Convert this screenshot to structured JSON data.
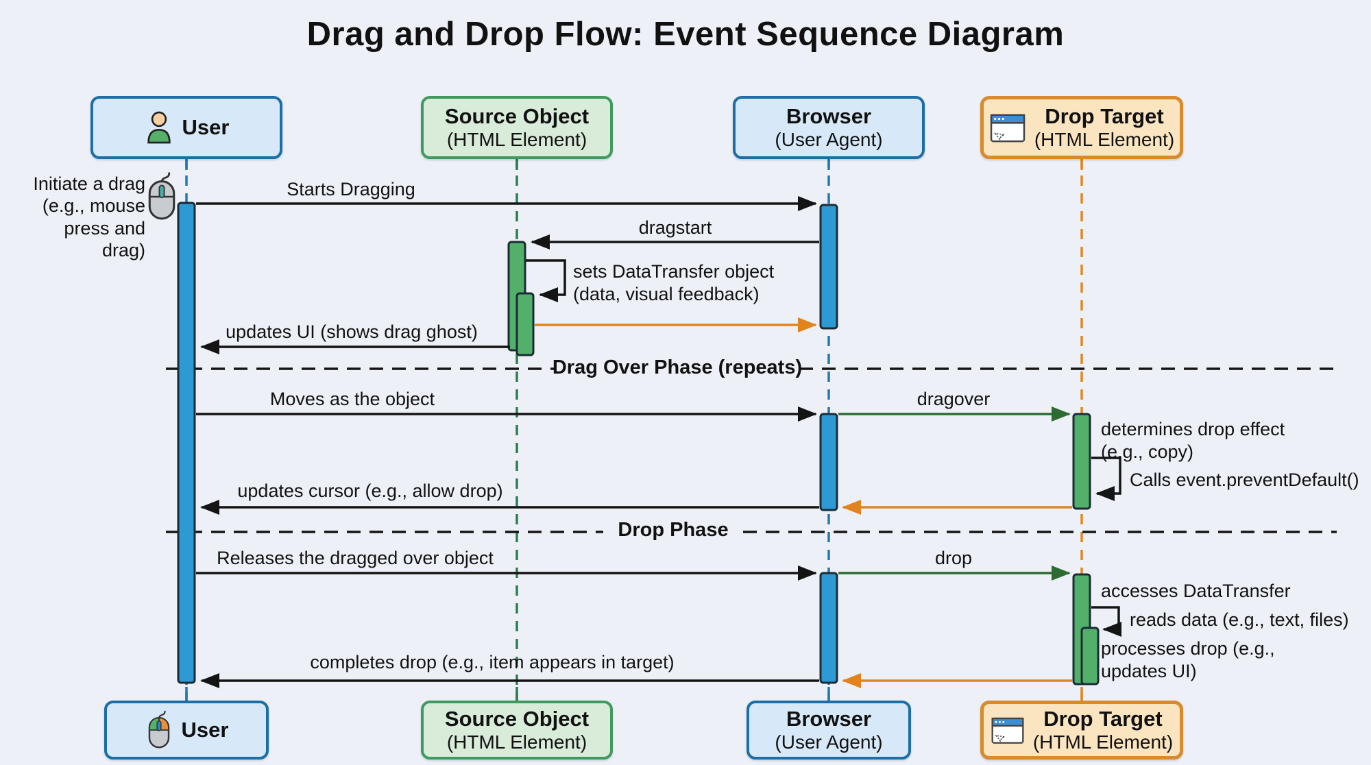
{
  "title": "Drag and Drop Flow: Event Sequence Diagram",
  "actors": {
    "user": {
      "name": "User"
    },
    "source": {
      "name": "Source Object",
      "subtitle": "(HTML Element)"
    },
    "browser": {
      "name": "Browser",
      "subtitle": "(User Agent)"
    },
    "target": {
      "name": "Drop Target",
      "subtitle": "(HTML Element)"
    }
  },
  "annotation": {
    "initiate_drag": "Initiate a drag (e.g., mouse press and drag)"
  },
  "phases": {
    "drag_over": "Drag Over Phase (repeats)",
    "drop": "Drop Phase"
  },
  "messages": {
    "starts_dragging": "Starts Dragging",
    "dragstart": "dragstart",
    "sets_datatransfer": "sets DataTransfer object (data, visual feedback)",
    "updates_ui": "updates UI (shows drag ghost)",
    "moves": "Moves as the object",
    "dragover": "dragover",
    "determines_drop_effect": "determines drop effect (e.g., copy)",
    "prevent_default": "Calls event.preventDefault()",
    "updates_cursor": "updates cursor (e.g., allow drop)",
    "releases": "Releases the dragged over object",
    "drop": "drop",
    "accesses_datatransfer": "accesses DataTransfer",
    "reads_data": "reads data (e.g., text, files)",
    "processes_drop": "processes drop (e.g., updates UI)",
    "completes_drop": "completes drop (e.g., item appears in target)"
  },
  "colors": {
    "background": "#edf1f7",
    "actor_blue_fill": "#d7e9f8",
    "actor_blue_border": "#1c6fa6",
    "actor_green_fill": "#d9ecd9",
    "actor_green_border": "#3f9a5f",
    "actor_orange_fill": "#fbe5c0",
    "actor_orange_border": "#d98a2b",
    "activation_blue": "#2d9ad3",
    "activation_green": "#53b06a",
    "lifeline_blue": "#2478ad",
    "lifeline_green": "#2e7d4c",
    "lifeline_orange": "#e2871f",
    "arrow_black": "#141414",
    "arrow_green": "#2d6b33",
    "arrow_orange": "#e2831e"
  }
}
